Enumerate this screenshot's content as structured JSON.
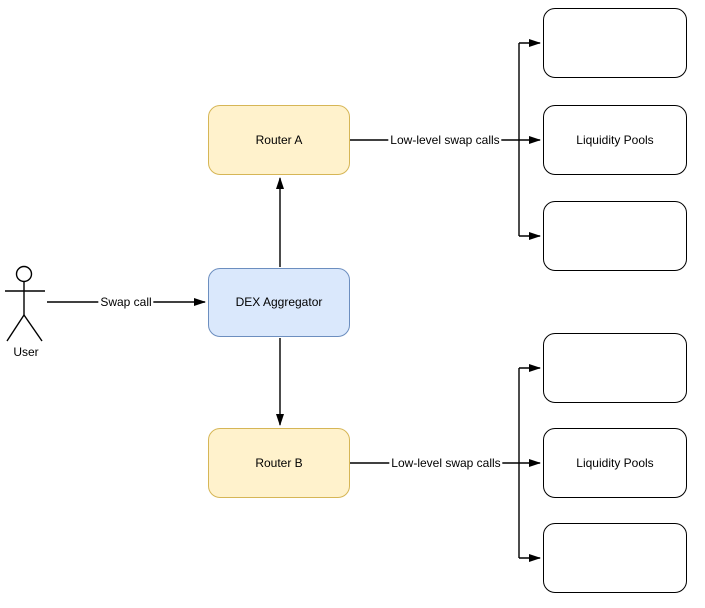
{
  "diagram": {
    "actor": {
      "label": "User"
    },
    "nodes": {
      "dex_aggregator": {
        "label": "DEX Aggregator",
        "fill": "#dae8fc",
        "stroke": "#6c8ebf"
      },
      "router_a": {
        "label": "Router A",
        "fill": "#fff2cc",
        "stroke": "#d6b656"
      },
      "router_b": {
        "label": "Router B",
        "fill": "#fff2cc",
        "stroke": "#d6b656"
      },
      "liquidity_pools_top": {
        "label": "Liquidity Pools",
        "fill": "#ffffff",
        "stroke": "#000000"
      },
      "liquidity_pools_bottom": {
        "label": "Liquidity Pools",
        "fill": "#ffffff",
        "stroke": "#000000"
      }
    },
    "edges": {
      "user_to_dex": {
        "label": "Swap call"
      },
      "router_a_to_pools": {
        "label": "Low-level swap calls"
      },
      "router_b_to_pools": {
        "label": "Low-level swap calls"
      }
    },
    "colors": {
      "line": "#000000",
      "background": "#ffffff"
    }
  }
}
